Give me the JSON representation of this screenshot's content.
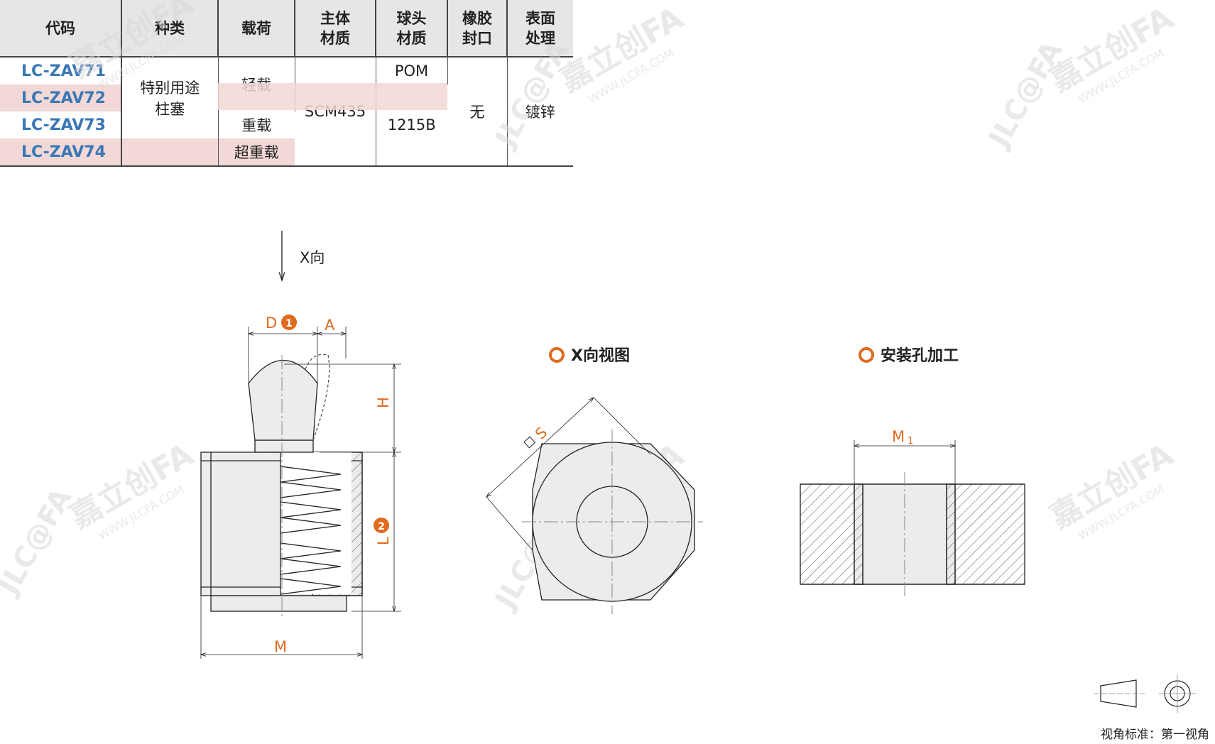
{
  "table": {
    "headers": [
      "代码",
      "种类",
      "载荷",
      "主体\n材质",
      "球头\n材质",
      "橡胶\n封口",
      "表面\n处理"
    ],
    "codes": [
      "LC-ZAV71",
      "LC-ZAV72",
      "LC-ZAV73",
      "LC-ZAV74"
    ],
    "type": "特别用途\n柱塞",
    "load": [
      "轻载",
      "重载",
      "超重载"
    ],
    "body_material": "SCM435",
    "ball_material": [
      "POM",
      "1215B"
    ],
    "rubber_seal": "无",
    "surface": "镀锌"
  },
  "drawing": {
    "direction_label": "X向",
    "dim_D": "D",
    "badge_1": "1",
    "dim_A": "A",
    "dim_H": "H",
    "dim_L": "L",
    "badge_2": "2",
    "dim_M": "M",
    "x_view_title": "X向视图",
    "dim_S": "S",
    "hole_title": "安装孔加工",
    "dim_M1": "M",
    "dim_M1_sub": "1",
    "projection_label": "视角标准：第一视角",
    "watermark_text": "嘉立创FA",
    "watermark_url": "WWW.JLCFA.COM",
    "watermark_logo": "JLC@FA"
  },
  "colors": {
    "accent_orange": "#e06a1e",
    "code_blue": "#3a78b5",
    "row_pink": "#f2d8d6",
    "header_gray": "#e6e6e6"
  }
}
